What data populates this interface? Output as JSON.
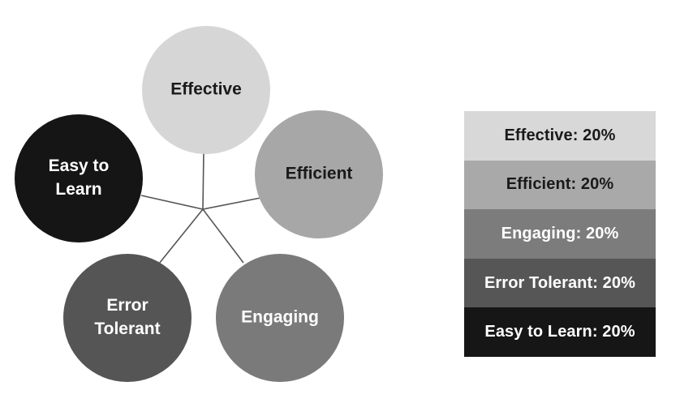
{
  "diagram": {
    "center_node": "",
    "nodes": [
      {
        "id": "effective",
        "label_lines": [
          "Effective"
        ],
        "fill": "#d6d6d6",
        "text_color": "#1a1a1a"
      },
      {
        "id": "efficient",
        "label_lines": [
          "Efficient"
        ],
        "fill": "#a7a7a7",
        "text_color": "#1a1a1a"
      },
      {
        "id": "engaging",
        "label_lines": [
          "Engaging"
        ],
        "fill": "#7a7a7a",
        "text_color": "#ffffff"
      },
      {
        "id": "error-tolerant",
        "label_lines": [
          "Error",
          "Tolerant"
        ],
        "fill": "#555555",
        "text_color": "#ffffff"
      },
      {
        "id": "easy-to-learn",
        "label_lines": [
          "Easy to",
          "Learn"
        ],
        "fill": "#151515",
        "text_color": "#ffffff"
      }
    ],
    "connector_color": "#555555"
  },
  "legend": {
    "rows": [
      {
        "label": "Effective: 20%",
        "fill": "#d8d8d8",
        "text_color": "#1a1a1a"
      },
      {
        "label": "Efficient: 20%",
        "fill": "#a9a9a9",
        "text_color": "#1a1a1a"
      },
      {
        "label": "Engaging: 20%",
        "fill": "#7c7c7c",
        "text_color": "#ffffff"
      },
      {
        "label": "Error Tolerant: 20%",
        "fill": "#565656",
        "text_color": "#ffffff"
      },
      {
        "label": "Easy to Learn: 20%",
        "fill": "#161616",
        "text_color": "#ffffff"
      }
    ]
  }
}
